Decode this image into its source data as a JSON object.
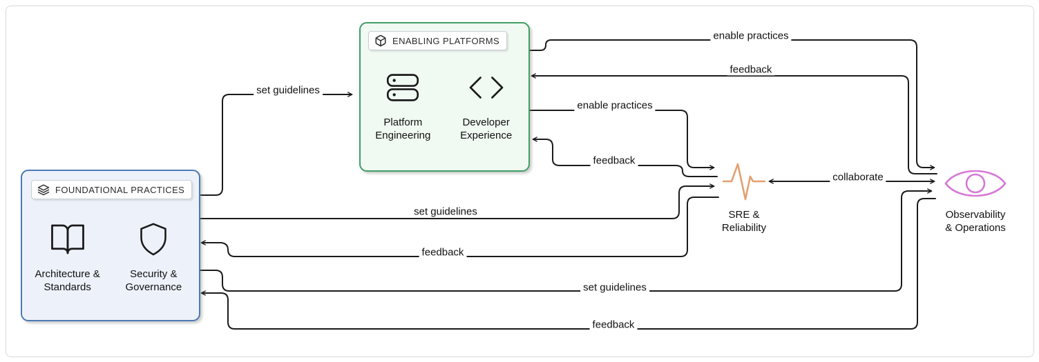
{
  "diagram": {
    "type": "flow-diagram",
    "canvas": {
      "background": "#ffffff",
      "frame_border": "#d8d8d8",
      "arrow_color": "#1a1a1a"
    }
  },
  "groups": [
    {
      "id": "foundational",
      "title": "FOUNDATIONAL PRACTICES",
      "badge_icon": "layers-icon",
      "border_color": "#4d78b3",
      "fill_color": "#edf2fa",
      "items": [
        {
          "icon": "book-open-icon",
          "label_line1": "Architecture &",
          "label_line2": "Standards"
        },
        {
          "icon": "shield-icon",
          "label_line1": "Security &",
          "label_line2": "Governance"
        }
      ]
    },
    {
      "id": "enabling",
      "title": "ENABLING PLATFORMS",
      "badge_icon": "package-icon",
      "border_color": "#3f9e63",
      "fill_color": "#f0f9f2",
      "items": [
        {
          "icon": "server-icon",
          "label_line1": "Platform",
          "label_line2": "Engineering"
        },
        {
          "icon": "code-icon",
          "label_line1": "Developer",
          "label_line2": "Experience"
        }
      ]
    }
  ],
  "nodes": [
    {
      "id": "sre",
      "icon": "activity-pulse-icon",
      "icon_color": "#e2a070",
      "label_line1": "SRE &",
      "label_line2": "Reliability"
    },
    {
      "id": "observability",
      "icon": "eye-icon",
      "icon_color": "#d678d6",
      "label_line1": "Observability",
      "label_line2": "& Operations"
    }
  ],
  "edges": [
    {
      "label": "set guidelines",
      "from": "foundational",
      "to": "enabling",
      "bidirectional": false
    },
    {
      "label": "enable practices",
      "from": "enabling",
      "to": "observability",
      "bidirectional": false
    },
    {
      "label": "feedback",
      "from": "observability",
      "to": "enabling",
      "bidirectional": false
    },
    {
      "label": "enable practices",
      "from": "enabling",
      "to": "sre",
      "bidirectional": false
    },
    {
      "label": "feedback",
      "from": "sre",
      "to": "enabling",
      "bidirectional": false
    },
    {
      "label": "set guidelines",
      "from": "foundational",
      "to": "sre",
      "bidirectional": false
    },
    {
      "label": "feedback",
      "from": "sre",
      "to": "foundational",
      "bidirectional": false
    },
    {
      "label": "set guidelines",
      "from": "foundational",
      "to": "observability",
      "bidirectional": false
    },
    {
      "label": "feedback",
      "from": "observability",
      "to": "foundational",
      "bidirectional": false
    },
    {
      "label": "collaborate",
      "from": "sre",
      "to": "observability",
      "bidirectional": true
    }
  ]
}
